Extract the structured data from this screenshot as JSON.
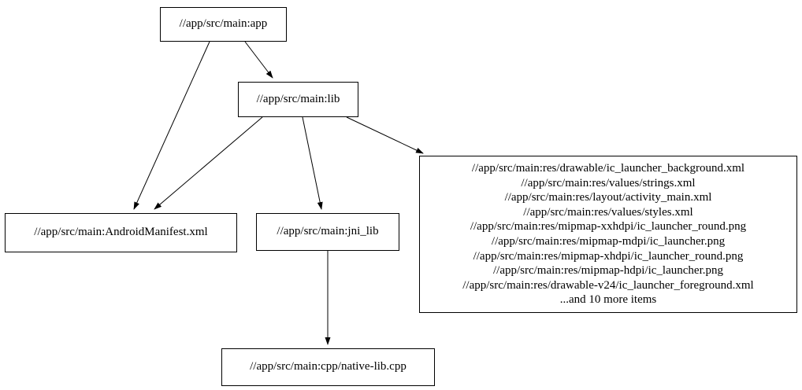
{
  "graph": {
    "type": "dependency-graph",
    "nodes": [
      {
        "id": "app",
        "label": "//app/src/main:app"
      },
      {
        "id": "lib",
        "label": "//app/src/main:lib"
      },
      {
        "id": "android-manifest",
        "label": "//app/src/main:AndroidManifest.xml"
      },
      {
        "id": "jni-lib",
        "label": "//app/src/main:jni_lib"
      },
      {
        "id": "resources",
        "lines": [
          "//app/src/main:res/drawable/ic_launcher_background.xml",
          "//app/src/main:res/values/strings.xml",
          "//app/src/main:res/layout/activity_main.xml",
          "//app/src/main:res/values/styles.xml",
          "//app/src/main:res/mipmap-xxhdpi/ic_launcher_round.png",
          "//app/src/main:res/mipmap-mdpi/ic_launcher.png",
          "//app/src/main:res/mipmap-xhdpi/ic_launcher_round.png",
          "//app/src/main:res/mipmap-hdpi/ic_launcher.png",
          "//app/src/main:res/drawable-v24/ic_launcher_foreground.xml",
          "...and 10 more items"
        ]
      },
      {
        "id": "native-lib-cpp",
        "label": "//app/src/main:cpp/native-lib.cpp"
      }
    ],
    "edges": [
      {
        "from": "app",
        "to": "lib"
      },
      {
        "from": "app",
        "to": "android-manifest"
      },
      {
        "from": "lib",
        "to": "android-manifest"
      },
      {
        "from": "lib",
        "to": "jni-lib"
      },
      {
        "from": "lib",
        "to": "resources"
      },
      {
        "from": "jni-lib",
        "to": "native-lib-cpp"
      }
    ],
    "colors": {
      "node_border": "#000000",
      "node_fill": "#ffffff",
      "edge": "#000000",
      "text": "#000000",
      "background": "#ffffff"
    }
  }
}
